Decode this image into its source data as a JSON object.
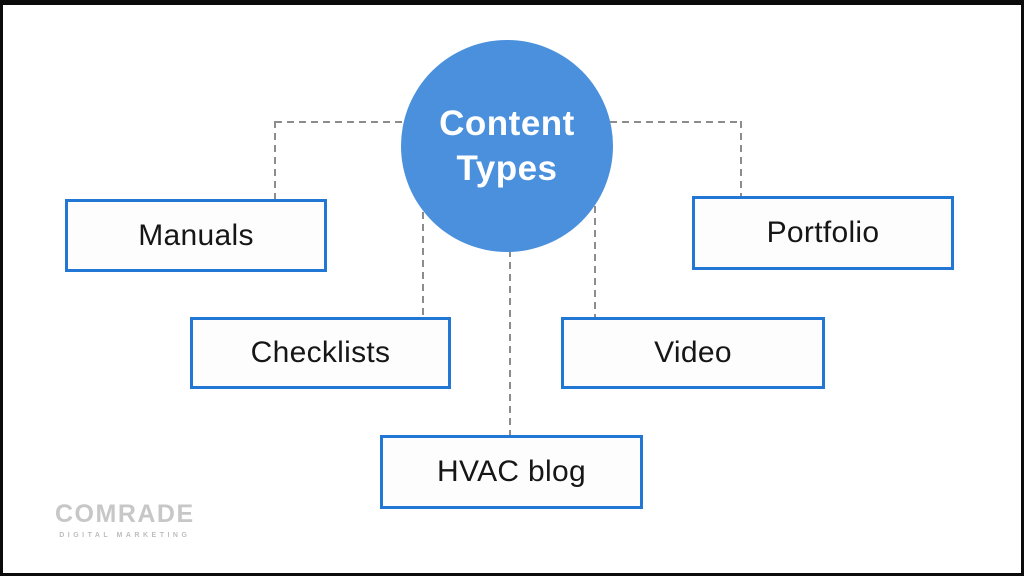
{
  "diagram": {
    "circle": {
      "line1": "Content",
      "line2": "Types"
    },
    "nodes": [
      {
        "label": "Manuals"
      },
      {
        "label": "Portfolio"
      },
      {
        "label": "Checklists"
      },
      {
        "label": "Video"
      },
      {
        "label": "HVAC blog"
      }
    ]
  },
  "logo": {
    "name": "COMRADE",
    "tagline": "DIGITAL MARKETING"
  },
  "colors": {
    "circle_blue": "#4a90dd",
    "box_border_blue": "#2277d4",
    "connector_gray": "#8c8c8c",
    "frame_black": "#0b0b0b",
    "logo_gray": "#c7c7c7"
  }
}
